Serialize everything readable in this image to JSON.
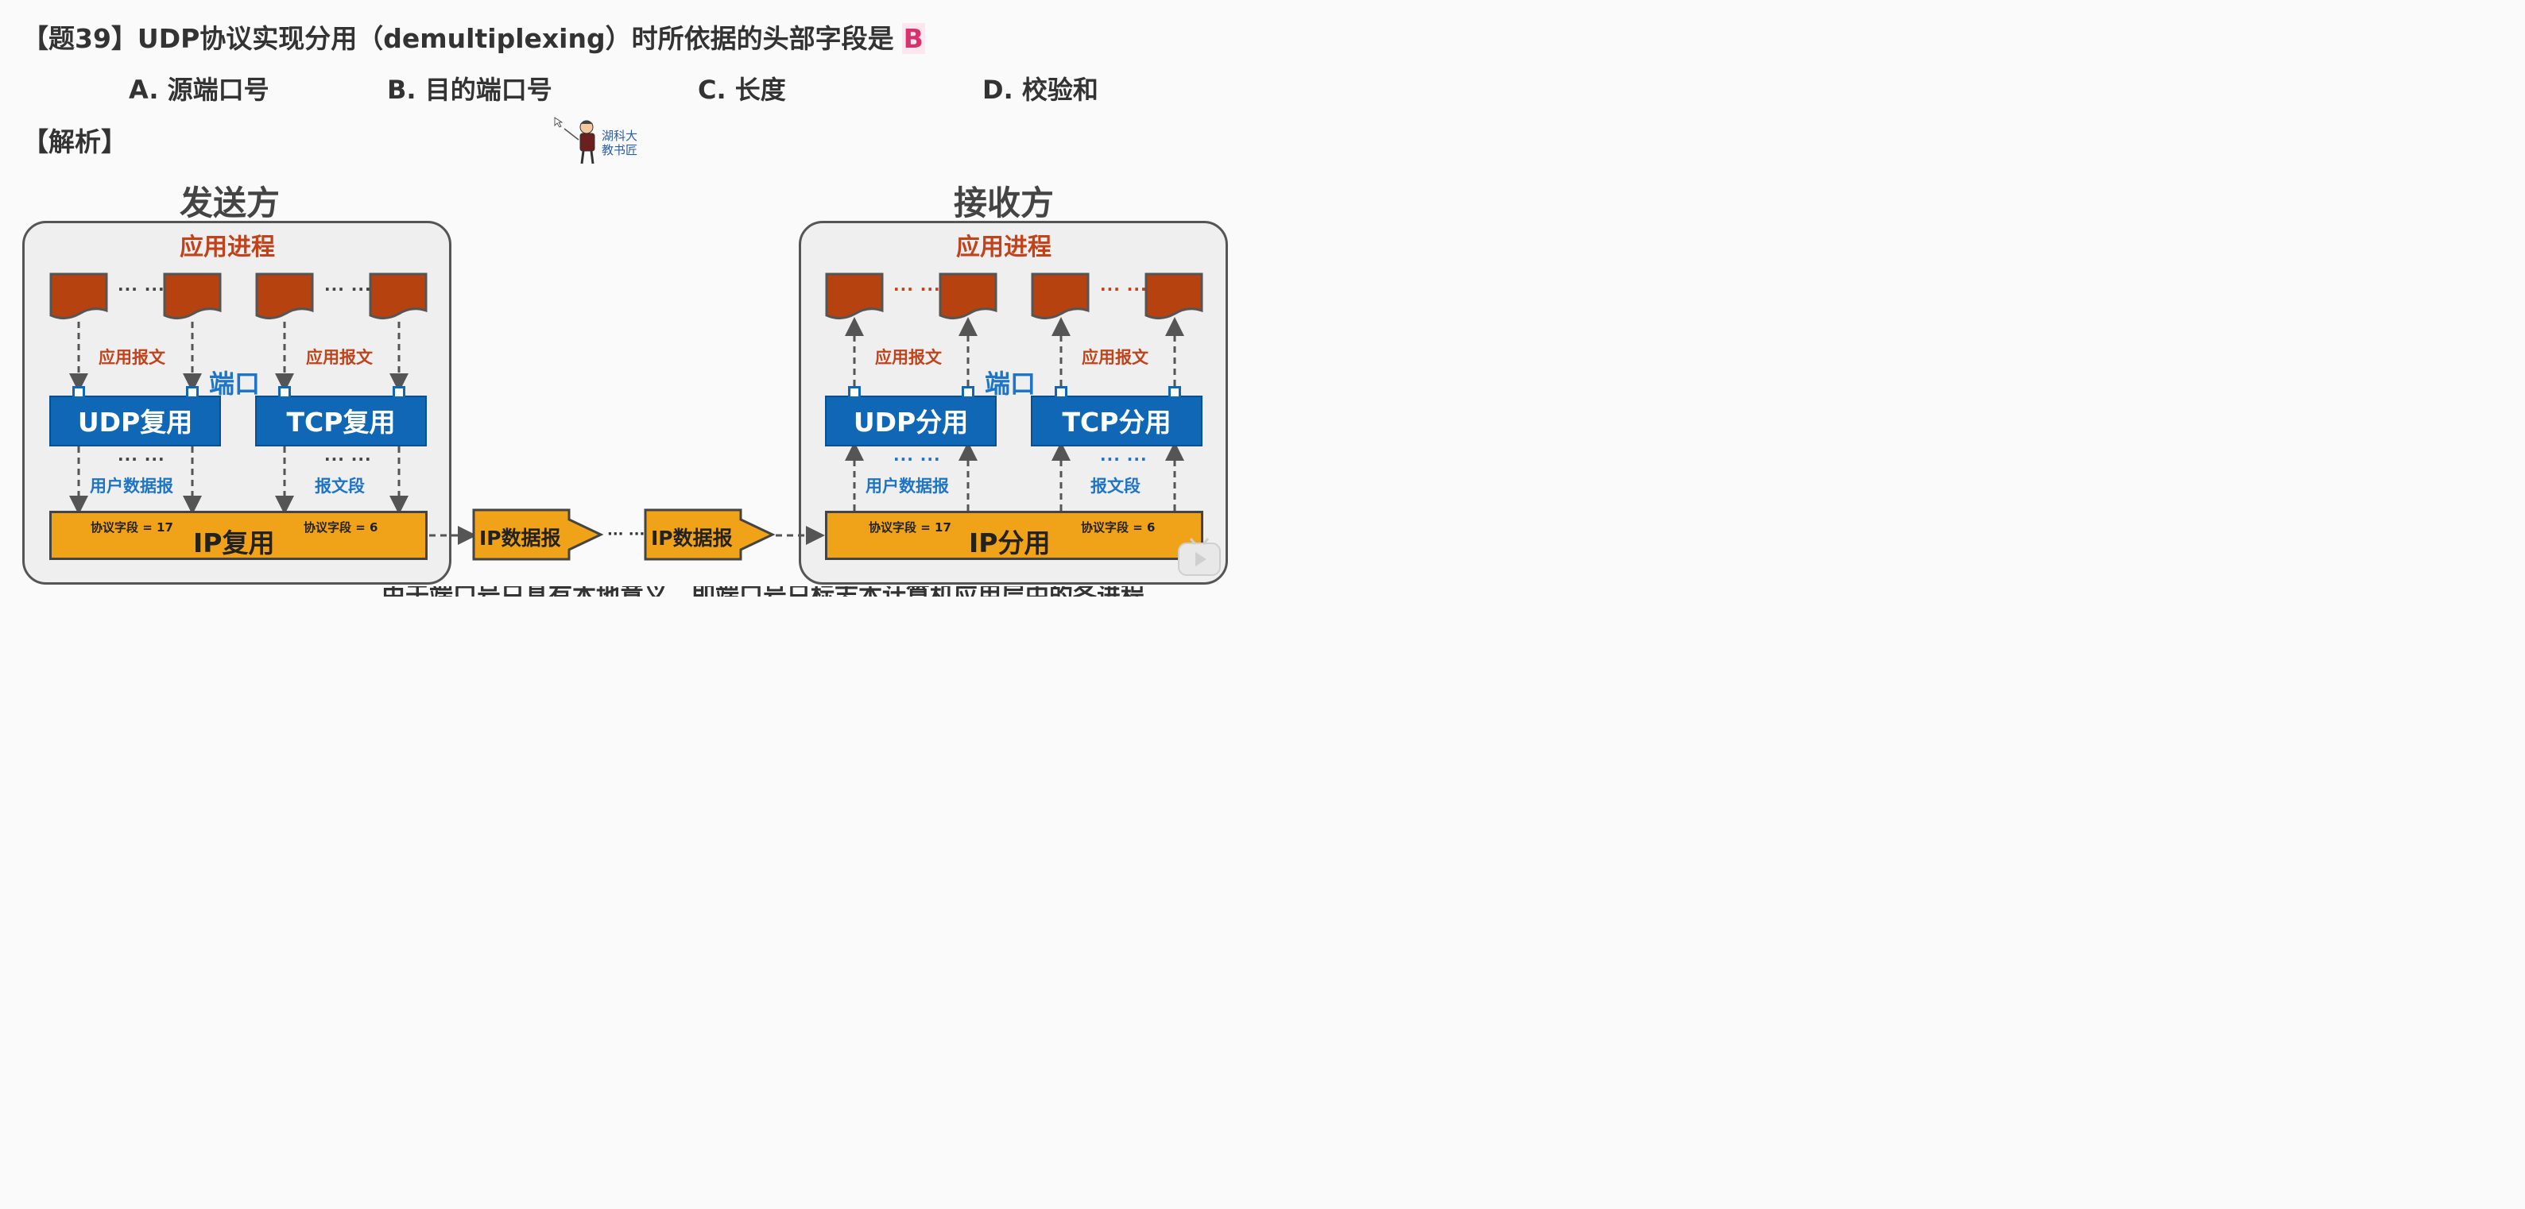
{
  "question": {
    "text": "【题39】UDP协议实现分用（demultiplexing）时所依据的头部字段是",
    "answer": "B"
  },
  "options": [
    "A. 源端口号",
    "B. 目的端口号",
    "C. 长度",
    "D. 校验和"
  ],
  "analysis_label": "【解析】",
  "teacher": {
    "line1": "湖科大",
    "line2": "教书匠"
  },
  "sender": {
    "title": "发送方",
    "app_process": "应用进程",
    "dots": "··· ···",
    "app_msg": "应用报文",
    "port": "端口",
    "udp_box": "UDP复用",
    "tcp_box": "TCP复用",
    "udp_unit": "用户数据报",
    "tcp_unit": "报文段",
    "proto_udp": "协议字段 = 17",
    "proto_tcp": "协议字段 = 6",
    "ip_box": "IP复用"
  },
  "receiver": {
    "title": "接收方",
    "app_process": "应用进程",
    "dots": "··· ···",
    "app_msg": "应用报文",
    "port": "端口",
    "udp_box": "UDP分用",
    "tcp_box": "TCP分用",
    "udp_unit": "用户数据报",
    "tcp_unit": "报文段",
    "proto_udp": "协议字段 = 17",
    "proto_tcp": "协议字段 = 6",
    "ip_box": "IP分用"
  },
  "transit": {
    "packet1": "IP数据报",
    "packet2": "IP数据报",
    "dots": "··· ···"
  },
  "bottom_text": "由于端口号只具有本地意义，即端口号只标志本计算机应用层中的各进程",
  "colors": {
    "process": "#b5420f",
    "blue": "#0f67b6",
    "orange": "#f0a319",
    "red_text": "#c0431c"
  },
  "icons": [
    "cursor-icon",
    "teacher-avatar-icon",
    "play-icon"
  ]
}
